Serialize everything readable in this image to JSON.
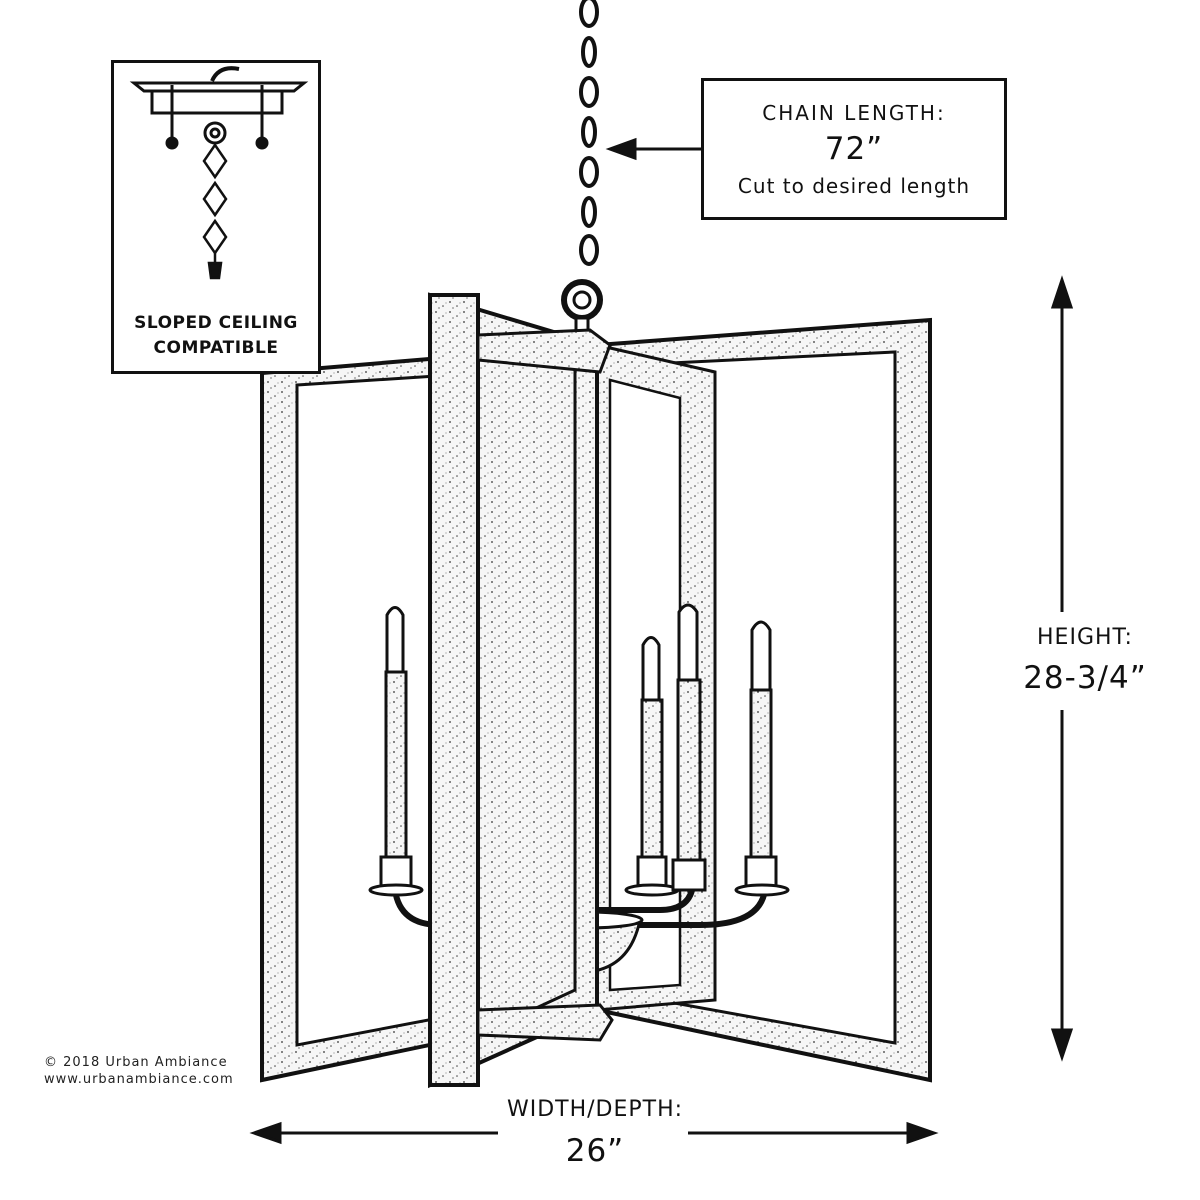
{
  "inset": {
    "line1": "SLOPED CEILING",
    "line2": "COMPATIBLE"
  },
  "chain_callout": {
    "label": "CHAIN LENGTH:",
    "value": "72”",
    "note": "Cut to desired length"
  },
  "height": {
    "label": "HEIGHT:",
    "value": "28-3/4”"
  },
  "width": {
    "label": "WIDTH/DEPTH:",
    "value": "26”"
  },
  "copyright": {
    "line1": "© 2018 Urban Ambiance",
    "line2": "www.urbanambiance.com"
  },
  "colors": {
    "ink": "#111111",
    "background": "#ffffff",
    "wood_fill": "#f3f3f3"
  }
}
